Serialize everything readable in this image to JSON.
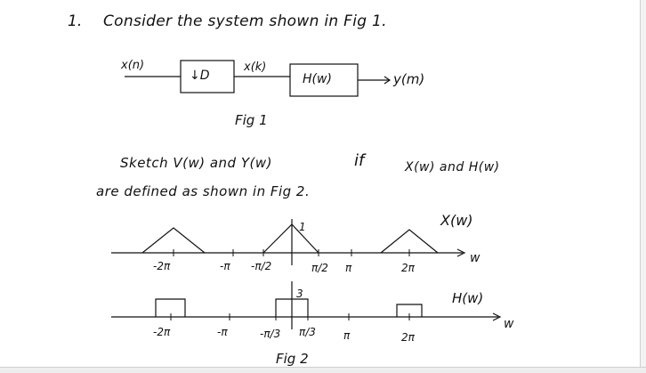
{
  "problem": {
    "number": "1.",
    "statement": "Consider the system shown in Fig 1."
  },
  "fig1": {
    "input_label": "x(n)",
    "downsampler_label": "↓D",
    "mid_label": "x(k)",
    "filter_label": "H(w)",
    "output_label": "y(m)",
    "caption": "Fig 1"
  },
  "task": {
    "line1_a": "Sketch V(w) and Y(w)",
    "line1_if": "if",
    "line1_b": "X(w) and H(w)",
    "line2": "are defined as shown in Fig 2."
  },
  "fig2": {
    "x_plot": {
      "title": "X(w)",
      "axis_label": "w",
      "peak_label": "1",
      "tick_labels": [
        "-2π",
        "-π",
        "-π/2",
        "π/2",
        "π",
        "2π"
      ]
    },
    "h_plot": {
      "title": "H(w)",
      "axis_label": "w",
      "peak_label": "3",
      "tick_labels": [
        "-2π",
        "-π",
        "-π/3",
        "π/3",
        "π",
        "2π"
      ]
    },
    "caption": "Fig 2"
  }
}
